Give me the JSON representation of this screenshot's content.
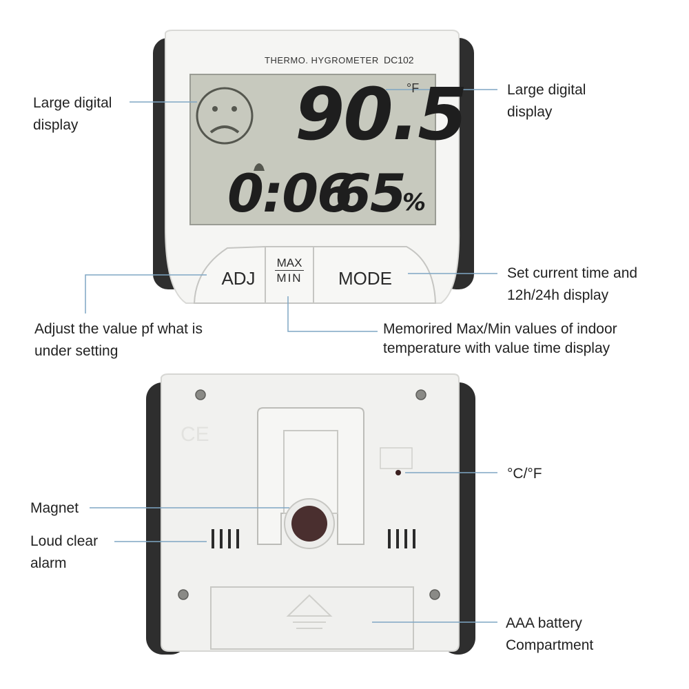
{
  "device": {
    "brand_line": "THERMO. HYGROMETER",
    "model": "DC102",
    "temperature": "90.5",
    "temperature_unit": "°F",
    "time": "0:06",
    "humidity": "65",
    "humidity_unit": "%",
    "buttons": {
      "adj": "ADJ",
      "max": "MAX",
      "min": "MIN",
      "mode": "MODE"
    }
  },
  "callouts": {
    "left_display": "Large digital\ndisplay",
    "right_display": "Large digital\ndisplay",
    "adj": "Adjust the value pf what is\nunder setting",
    "maxmin": "Memorired  Max/Min values of indoor\ntemperature with value time display",
    "mode": "Set current time and\n12h/24h display",
    "unit": "°C/°F",
    "magnet": "Magnet",
    "alarm": "Loud clear\nalarm",
    "battery": "AAA battery\nCompartment"
  },
  "colors": {
    "line": "#7fa6c4",
    "lcd": "#c9cbc0",
    "body": "#f4f4f2",
    "side": "#2e2e2e"
  }
}
